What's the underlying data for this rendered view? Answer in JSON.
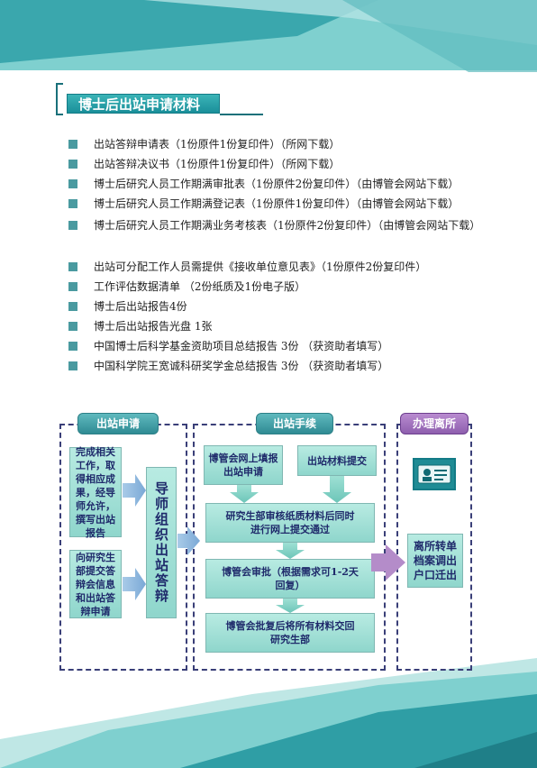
{
  "header": {
    "title": "博士后出站申请材料"
  },
  "materials": [
    "出站答辩申请表（1份原件1份复印件）（所网下载）",
    "出站答辩决议书（1份原件1份复印件）（所网下载）",
    "博士后研究人员工作期满审批表（1份原件2份复印件）（由博管会网站下载）",
    "博士后研究人员工作期满登记表（1份原件1份复印件）（由博管会网站下载）",
    "博士后研究人员工作期满业务考核表（1份原件2份复印件）（由博管会网站下载）",
    "出站可分配工作人员需提供《接收单位意见表》（1份原件2份复印件）",
    "工作评估数据清单 （2份纸质及1份电子版）",
    "博士后出站报告4份",
    "博士后出站报告光盘 1张",
    "中国博士后科学基金资助项目总结报告 3份 （获资助者填写）",
    "中国科学院王宽诚科研奖学金总结报告 3份 （获资助者填写）"
  ],
  "flow": {
    "section1": {
      "tab": "出站申请",
      "box1": "完成相关工作，取得相应成果，经导师允许，撰写出站报告",
      "box2": "向研究生部提交答辩会信息和出站答辩申请",
      "vertical": "导师组织出站答辩"
    },
    "section2": {
      "tab": "出站手续",
      "box_a": "博管会网上填报出站申请",
      "box_b": "出站材料提交",
      "box_c": "研究生部审核纸质材料后同时进行网上提交通过",
      "box_d": "博管会审批（根据需求可1-2天回复）",
      "box_e": "博管会批复后将所有材料交回研究生部"
    },
    "section3": {
      "tab": "办理离所",
      "box": "离所转单档案调出户口迁出",
      "icon": "id-card-icon"
    }
  },
  "colors": {
    "teal": "#2f8b93",
    "box_fill": "#a8e2d9",
    "purple": "#8e5fae",
    "dash": "#3a3f78"
  }
}
